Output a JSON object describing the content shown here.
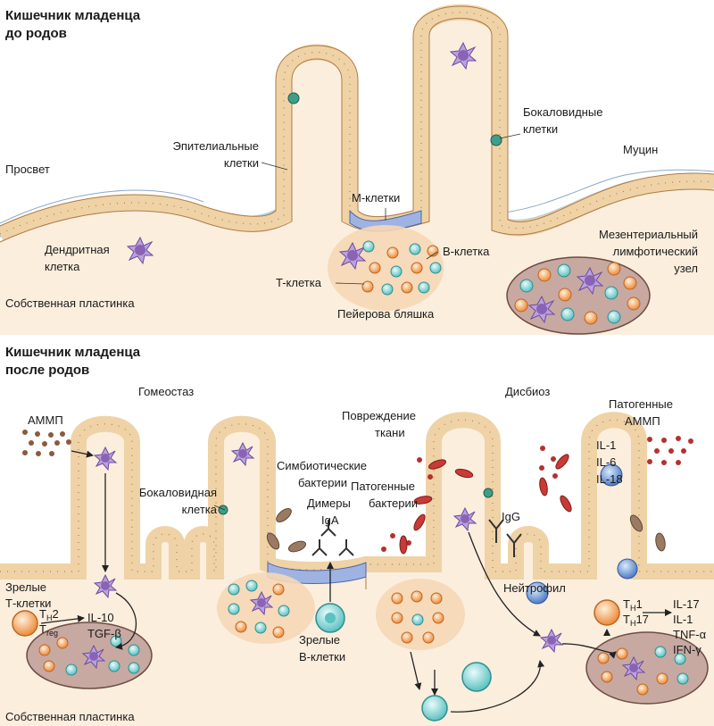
{
  "top": {
    "title_line1": "Кишечник младенца",
    "title_line2": "до родов",
    "lumen": "Просвет",
    "epithelial_line1": "Эпителиальные",
    "epithelial_line2": "клетки",
    "goblet_line1": "Бокаловидные",
    "goblet_line2": "клетки",
    "mucin": "Муцин",
    "m_cells": "М-клетки",
    "dendritic_line1": "Дендритная",
    "dendritic_line2": "клетка",
    "b_cell": "B-клетка",
    "t_cell": "T-клетка",
    "mesenteric_line1": "Мезентериальный",
    "mesenteric_line2": "лимфотический",
    "mesenteric_line3": "узел",
    "lamina_propria": "Собственная пластинка",
    "peyer_patch": "Пейерова бляшка"
  },
  "bottom": {
    "title_line1": "Кишечник младенца",
    "title_line2": "после родов",
    "homeostasis": "Гомеостаз",
    "dysbiosis": "Дисбиоз",
    "ammp": "АММП",
    "symbiotic_line1": "Симбиотические",
    "symbiotic_line2": "бактерии",
    "goblet_line1": "Бокаловидная",
    "goblet_line2": "клетка",
    "iga_line1": "Димеры",
    "iga_line2": "IgA",
    "mature_t_line1": "Зрелые",
    "mature_t_line2": "Т-клетки",
    "th2_main": "T",
    "th2_sub": "H",
    "th2_tail": "2",
    "treg_main": "T",
    "treg_sub": "reg",
    "il10": "IL-10",
    "tgfb": "TGF-β",
    "mature_b_line1": "Зрелые",
    "mature_b_line2": "B-клетки",
    "lamina_propria": "Собственная пластинка",
    "tissue_damage_line1": "Повреждение",
    "tissue_damage_line2": "ткани",
    "pathogenic_bacteria_line1": "Патогенные",
    "pathogenic_bacteria_line2": "бактерии",
    "igg": "IgG",
    "pathogenic_ammp_line1": "Патогенные",
    "pathogenic_ammp_line2": "АММП",
    "il1": "IL-1",
    "il6": "IL-6",
    "il18": "IL-18",
    "neutrophil": "Нейтрофил",
    "th1_main": "T",
    "th1_sub": "H",
    "th1_tail": "1",
    "th17_main": "T",
    "th17_sub": "H",
    "th17_tail": "17",
    "out_il17": "IL-17",
    "out_il1": "IL-1",
    "out_tnfa": "TNF-α",
    "out_ifng": "IFN-γ"
  },
  "colors": {
    "epithelium": "#efd3a6",
    "epithelium_stroke": "#b07a45",
    "lamina": "#fbeedd",
    "lumen_top": "#d7eaf3",
    "mucin": "#7fa7c9",
    "m_cell": "#9fb3e3",
    "peyer": "#f5d7b5",
    "t_cell": "#f0954b",
    "b_cell": "#79d0ce",
    "dendritic": "#8a63b5",
    "node": "#c7a9a2",
    "pathogen": "#c93a36",
    "symbiont": "#9a7a62",
    "neutrophil": "#6a95d2"
  }
}
